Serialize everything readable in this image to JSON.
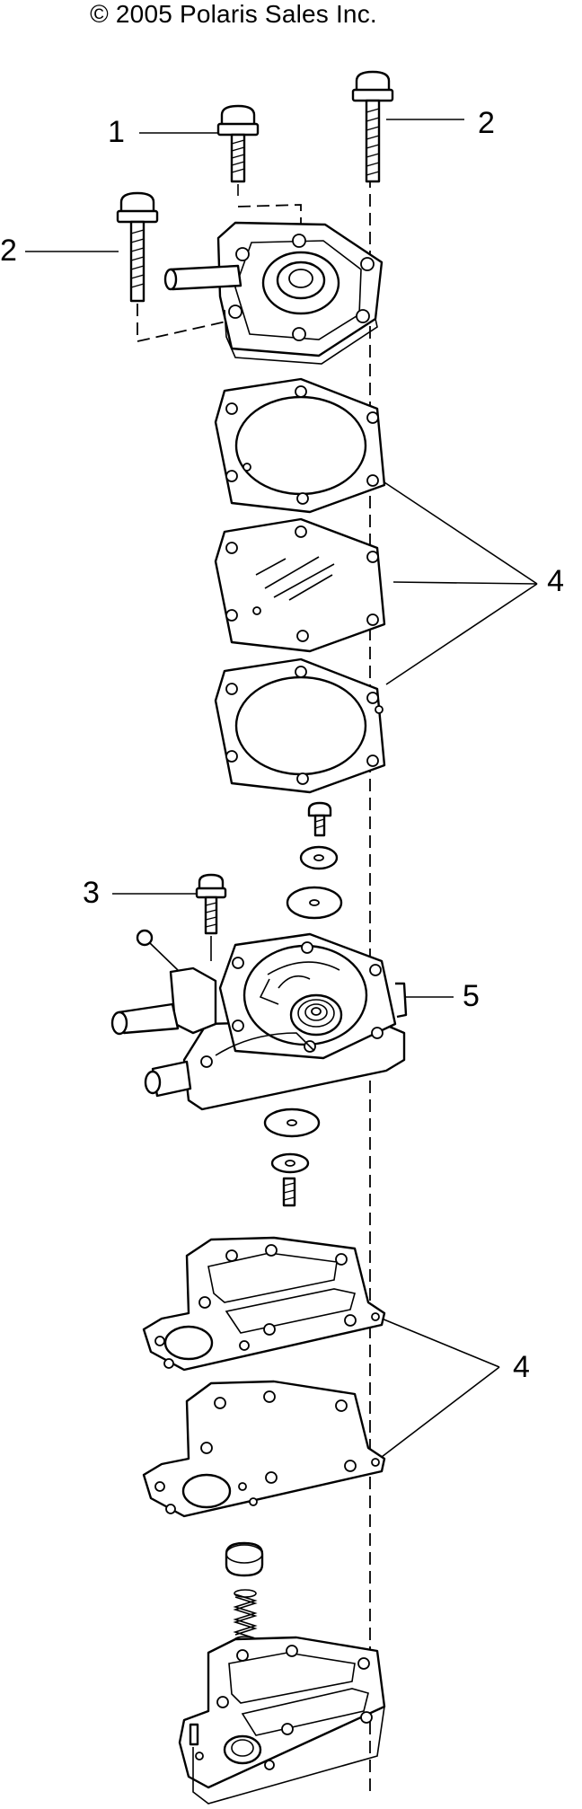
{
  "header": {
    "copyright": "© 2005 Polaris Sales Inc."
  },
  "callouts": {
    "c1": "1",
    "c2_top": "2",
    "c2_left": "2",
    "c3": "3",
    "c4_upper": "4",
    "c4_lower": "4",
    "c5": "5"
  },
  "colors": {
    "ink": "#000000",
    "paper": "#ffffff"
  }
}
